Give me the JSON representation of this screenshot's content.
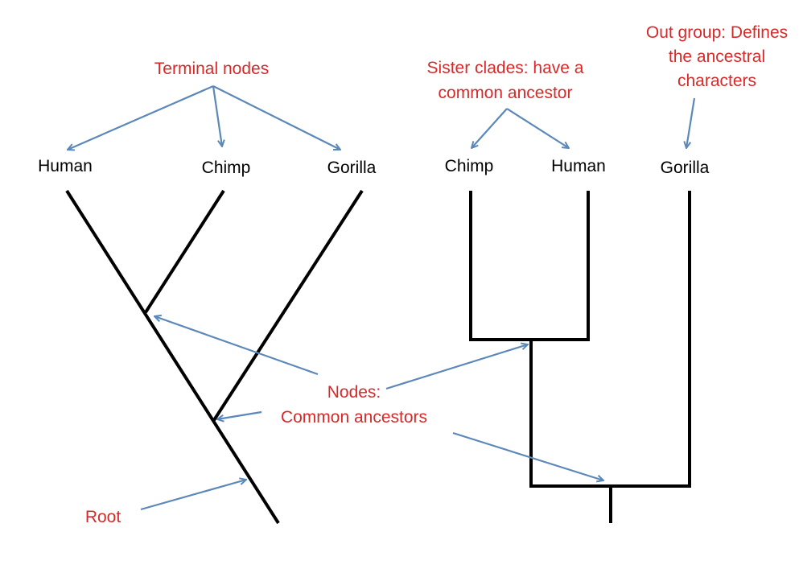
{
  "colors": {
    "annotation_text": "#d62a2a",
    "arrow": "#5b88b8",
    "branch": "#000000"
  },
  "left_tree": {
    "taxa": {
      "human": "Human",
      "chimp": "Chimp",
      "gorilla": "Gorilla"
    }
  },
  "right_tree": {
    "taxa": {
      "chimp": "Chimp",
      "human": "Human",
      "gorilla": "Gorilla"
    }
  },
  "annotations": {
    "terminal_nodes": "Terminal nodes",
    "sister_clades": [
      "Sister clades: have a",
      "common ancestor"
    ],
    "out_group": [
      "Out group: Defines",
      "the ancestral",
      "characters"
    ],
    "nodes": [
      "Nodes:",
      "Common ancestors"
    ],
    "root": "Root"
  }
}
